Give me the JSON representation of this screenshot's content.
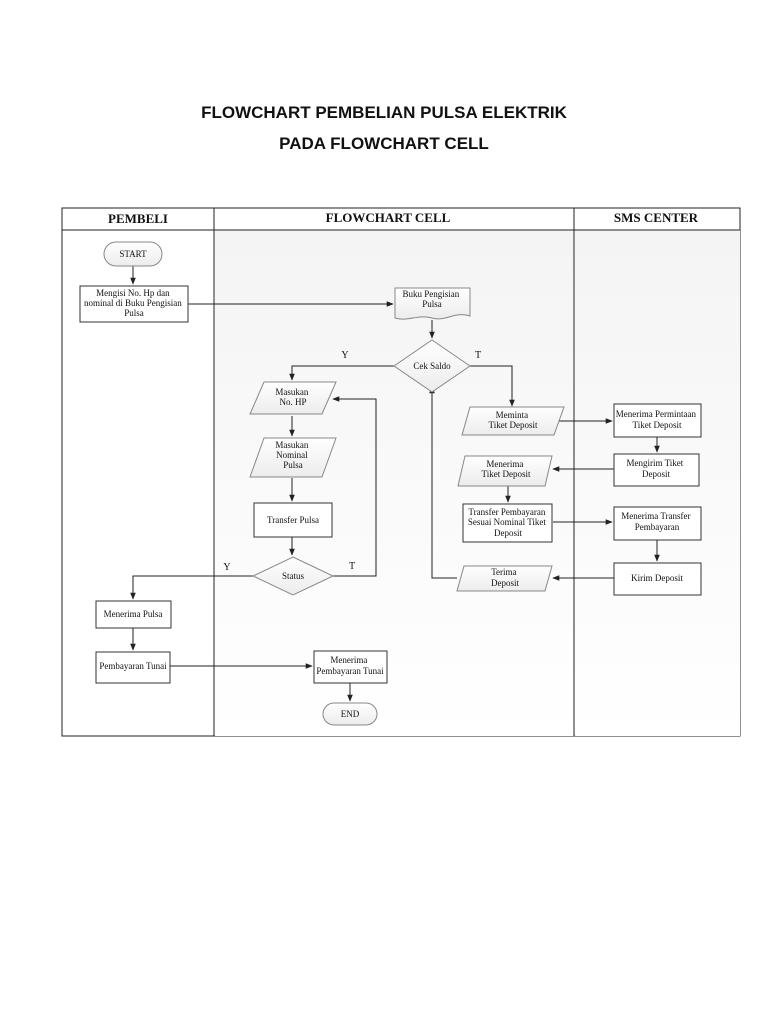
{
  "title": {
    "line1": "FLOWCHART PEMBELIAN PULSA ELEKTRIK",
    "line2": "PADA FLOWCHART CELL"
  },
  "lanes": {
    "pembeli": "PEMBELI",
    "flowchart_cell": "FLOWCHART CELL",
    "sms_center": "SMS CENTER"
  },
  "nodes": {
    "start": "START",
    "mengisi": [
      "Mengisi No. Hp dan",
      "nominal di Buku Pengisian",
      "Pulsa"
    ],
    "buku": [
      "Buku Pengisian",
      "Pulsa"
    ],
    "cek_saldo": "Cek Saldo",
    "masukan_hp": [
      "Masukan",
      "No. HP"
    ],
    "masukan_nominal": [
      "Masukan",
      "Nominal",
      "Pulsa"
    ],
    "transfer_pulsa": "Transfer Pulsa",
    "status": "Status",
    "menerima_pulsa": "Menerima Pulsa",
    "pembayaran_tunai": "Pembayaran Tunai",
    "menerima_pembayaran": [
      "Menerima",
      "Pembayaran Tunai"
    ],
    "end": "END",
    "meminta": [
      "Meminta",
      "Tiket Deposit"
    ],
    "menerima_tiket": [
      "Menerima",
      "Tiket Deposit"
    ],
    "transfer_pembayaran": [
      "Transfer Pembayaran",
      "Sesuai Nominal Tiket",
      "Deposit"
    ],
    "terima_deposit": [
      "Terima",
      "Deposit"
    ],
    "menerima_permintaan": [
      "Menerima Permintaan",
      "Tiket Deposit"
    ],
    "mengirim_tiket": [
      "Mengirim Tiket",
      "Deposit"
    ],
    "menerima_transfer": [
      "Menerima Transfer",
      "Pembayaran"
    ],
    "kirim_deposit": "Kirim Deposit"
  },
  "edge_labels": {
    "cek_yes": "Y",
    "cek_no": "T",
    "status_yes": "Y",
    "status_no": "T"
  }
}
